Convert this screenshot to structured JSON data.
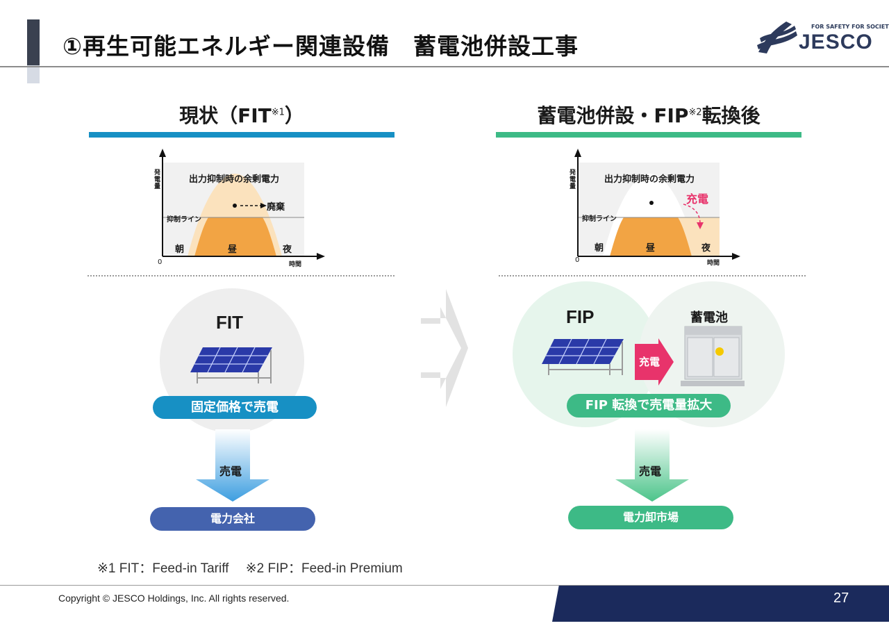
{
  "header": {
    "title": "①再生可能エネルギー関連設備　蓄電池併設工事",
    "logo_tagline": "FOR SAFETY FOR SOCIETY",
    "logo_word": "JESCO"
  },
  "left": {
    "heading": "現状（FIT",
    "heading_note": "※1",
    "heading_close": "）",
    "chart": {
      "y_label": "発電量",
      "x_label": "時間",
      "origin": "0",
      "annotation": "出力抑制時の余剰電力",
      "discard": "廃棄",
      "limit_line": "抑制ライン",
      "morning": "朝",
      "noon": "昼",
      "night": "夜"
    },
    "circle_label": "FIT",
    "pill": "固定価格で売電",
    "arrow_label": "売電",
    "destination": "電力会社"
  },
  "right": {
    "heading": "蓄電池併設・FIP",
    "heading_note": "※2",
    "heading_close": "転換後",
    "chart": {
      "y_label": "発電量",
      "x_label": "時間",
      "origin": "0",
      "annotation": "出力抑制時の余剰電力",
      "charge": "充電",
      "limit_line": "抑制ライン",
      "morning": "朝",
      "noon": "昼",
      "night": "夜"
    },
    "circle_label": "FIP",
    "battery_label": "蓄電池",
    "charge_arrow": "充電",
    "pill": "FIP 転換で売電量拡大",
    "arrow_label": "売電",
    "destination": "電力卸市場"
  },
  "footnote": "※1  FIT：Feed-in Tariff　 ※2  FIP：Feed-in Premium",
  "copyright": "Copyright  ©  JESCO Holdings, Inc.  All rights reserved.",
  "page_number": "27",
  "colors": {
    "blue": "#1790c4",
    "green": "#3dba86",
    "orange": "#f2a444",
    "navy": "#1b2a5c",
    "magenta": "#e8336b"
  }
}
